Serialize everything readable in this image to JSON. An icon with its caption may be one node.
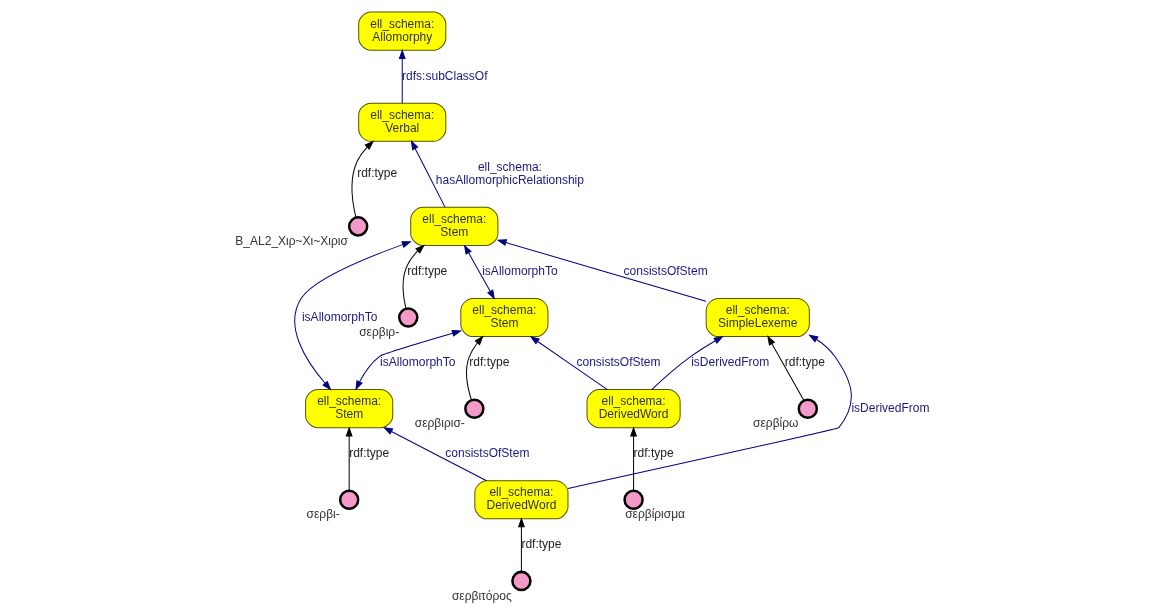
{
  "diagram": {
    "nodes": [
      {
        "text": [
          "ell_schema: Verbal"
        ]
      },
      {
        "text": [
          "ell_schema: Allomorphy"
        ]
      },
      {
        "text": [],
        "shape": "circle",
        "beside": [
          "B_AL2_Χιρ~Χι~Χιρισ"
        ]
      },
      {
        "text": [
          "ell_schema: Stem"
        ]
      },
      {
        "text": [
          "ell_schema: Stem"
        ]
      },
      {
        "text": [],
        "shape": "circle",
        "beside": [
          "σερβιρισ-"
        ]
      },
      {
        "text": [],
        "shape": "circle",
        "beside": [
          "σερβιρ-"
        ]
      },
      {
        "text": [
          "ell_schema: Stem"
        ]
      },
      {
        "text": [
          "ell_schema: DerivedWord"
        ]
      },
      {
        "text": [],
        "shape": "circle",
        "beside": [
          "σερβιτόρος"
        ]
      },
      {
        "text": [],
        "shape": "circle",
        "beside": [
          "σερβι-"
        ]
      },
      {
        "text": [
          "ell_schema: DerivedWord"
        ]
      },
      {
        "text": [
          "ell_schema: SimpleLexeme"
        ]
      },
      {
        "text": [],
        "shape": "circle",
        "beside": [
          "σερβίρισμα"
        ]
      },
      {
        "text": [],
        "shape": "circle",
        "beside": [
          "σερβίρω"
        ]
      }
    ],
    "edges": [
      {
        "from": 2,
        "to": 0,
        "arrow": "to",
        "label": "rdf:type",
        "color": "#000000"
      },
      {
        "from": 0,
        "to": 1,
        "arrow": "to",
        "label": "rdfs:subClassOf"
      },
      {
        "from": 4,
        "to": 0,
        "arrow": "to",
        "label": "ell_schema: hasAllomorphicRelationship"
      },
      {
        "from": 5,
        "to": 3,
        "arrow": "to",
        "label": "rdf:type",
        "color": "#000000"
      },
      {
        "from": 3,
        "to": 4,
        "arrow": "both",
        "label": "isAllomorphTo"
      },
      {
        "from": 6,
        "to": 4,
        "arrow": "to",
        "label": "rdf:type",
        "color": "#000000"
      },
      {
        "from": 7,
        "to": 3,
        "arrow": "both",
        "label": "isAllomorphTo"
      },
      {
        "from": 7,
        "to": 4,
        "arrow": "both",
        "label": "isAllomorphTo"
      },
      {
        "from": 8,
        "to": 7,
        "arrow": "to",
        "label": "consistsOfStem"
      },
      {
        "from": 9,
        "to": 8,
        "arrow": "to",
        "label": "rdf:type",
        "color": "#000000"
      },
      {
        "from": 11,
        "to": 3,
        "arrow": "to",
        "label": "consistsOfStem"
      },
      {
        "from": 10,
        "to": 7,
        "arrow": "to",
        "label": "rdf:type",
        "color": "#000000"
      },
      {
        "from": 12,
        "to": 4,
        "arrow": "to",
        "label": "consistsOfStem"
      },
      {
        "from": 8,
        "to": 12,
        "arrow": "to",
        "label": "isDerivedFrom"
      },
      {
        "from": 13,
        "to": 11,
        "arrow": "to",
        "label": "rdf:type",
        "color": "#000000"
      },
      {
        "from": 14,
        "to": 12,
        "arrow": "to",
        "label": "rdf:type",
        "color": "#000000"
      },
      {
        "from": 11,
        "to": 12,
        "arrow": "to",
        "label": "isDerivedFrom"
      }
    ]
  }
}
